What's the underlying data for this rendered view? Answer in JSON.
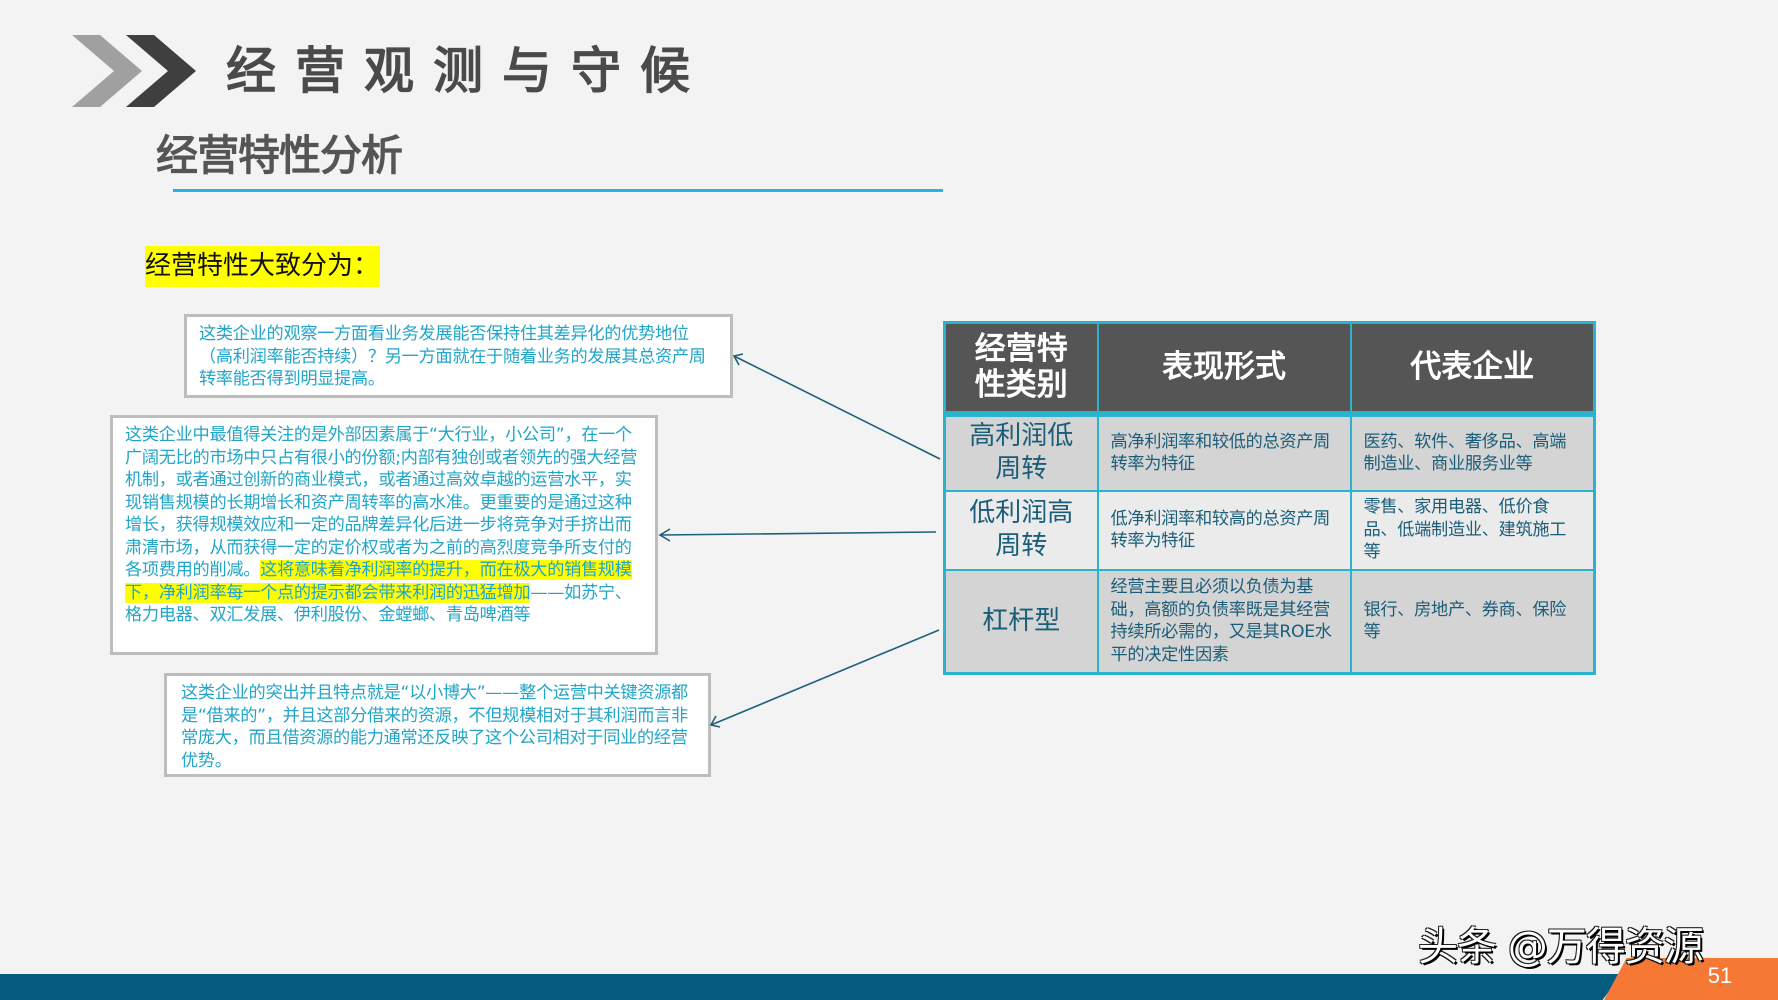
{
  "header": {
    "title": "经营观测与守候",
    "subtitle": "经营特性分析",
    "colors": {
      "chevron_light": "#a0a0a0",
      "chevron_dark": "#3f3f3f",
      "underline": "#27b3e4"
    }
  },
  "intro_label": "经营特性大致分为：",
  "notes": [
    {
      "text": "这类企业的观察一方面看业务发展能否保持住其差异化的优势地位（高利润率能否持续）？另一方面就在于随着业务的发展其总资产周转率能否得到明显提高。"
    },
    {
      "text_plain": "这类企业中最值得关注的是外部因素属于“大行业，小公司”，在一个广阔无比的市场中只占有很小的份额;内部有独创或者领先的强大经营机制，或者通过创新的商业模式，或者通过高效卓越的运营水平，实现销售规模的长期增长和资产周转率的高水准。更重要的是通过这种增长，获得规模效应和一定的品牌差异化后进一步将竞争对手挤出而肃清市场，从而获得一定的定价权或者为之前的高烈度竞争所支付的各项费用的削减。",
      "text_highlight": "这将意味着净利润率的提升，而在极大的销售规模下，净利润率每一个点的提示都会带来利润的迅猛增加",
      "text_tail": "——如苏宁、格力电器、双汇发展、伊利股份、金螳螂、青岛啤酒等"
    },
    {
      "text": "这类企业的突出并且特点就是“以小博大”——整个运营中关键资源都是“借来的”，并且这部分借来的资源，不但规模相对于其利润而言非常庞大，而且借资源的能力通常还反映了这个公司相对于同业的经营优势。"
    }
  ],
  "table": {
    "headers": [
      "经营特性类别",
      "表现形式",
      "代表企业"
    ],
    "rows": [
      {
        "category": "高利润低周转",
        "form": "高净利润率和较低的总资产周转率为特征",
        "companies": "医药、软件、奢侈品、高端制造业、商业服务业等"
      },
      {
        "category": "低利润高周转",
        "form": "低净利润率和较高的总资产周转率为特征",
        "companies": "零售、家用电器、低价食品、低端制造业、建筑施工等"
      },
      {
        "category": "杠杆型",
        "form": "经营主要且必须以负债为基础，高额的负债率既是其经营持续所必需的，又是其ROE水平的决定性因素",
        "companies": "银行、房地产、券商、保险等"
      }
    ],
    "colors": {
      "header_bg": "#555555",
      "border": "#2ab2cf",
      "row_dark": "#d4d4d4",
      "row_light": "#ebebeb"
    }
  },
  "footer": {
    "watermark": "头条 @万得资源",
    "page_number": "51",
    "colors": {
      "bar": "#045d80",
      "accent": "#f57835"
    }
  }
}
